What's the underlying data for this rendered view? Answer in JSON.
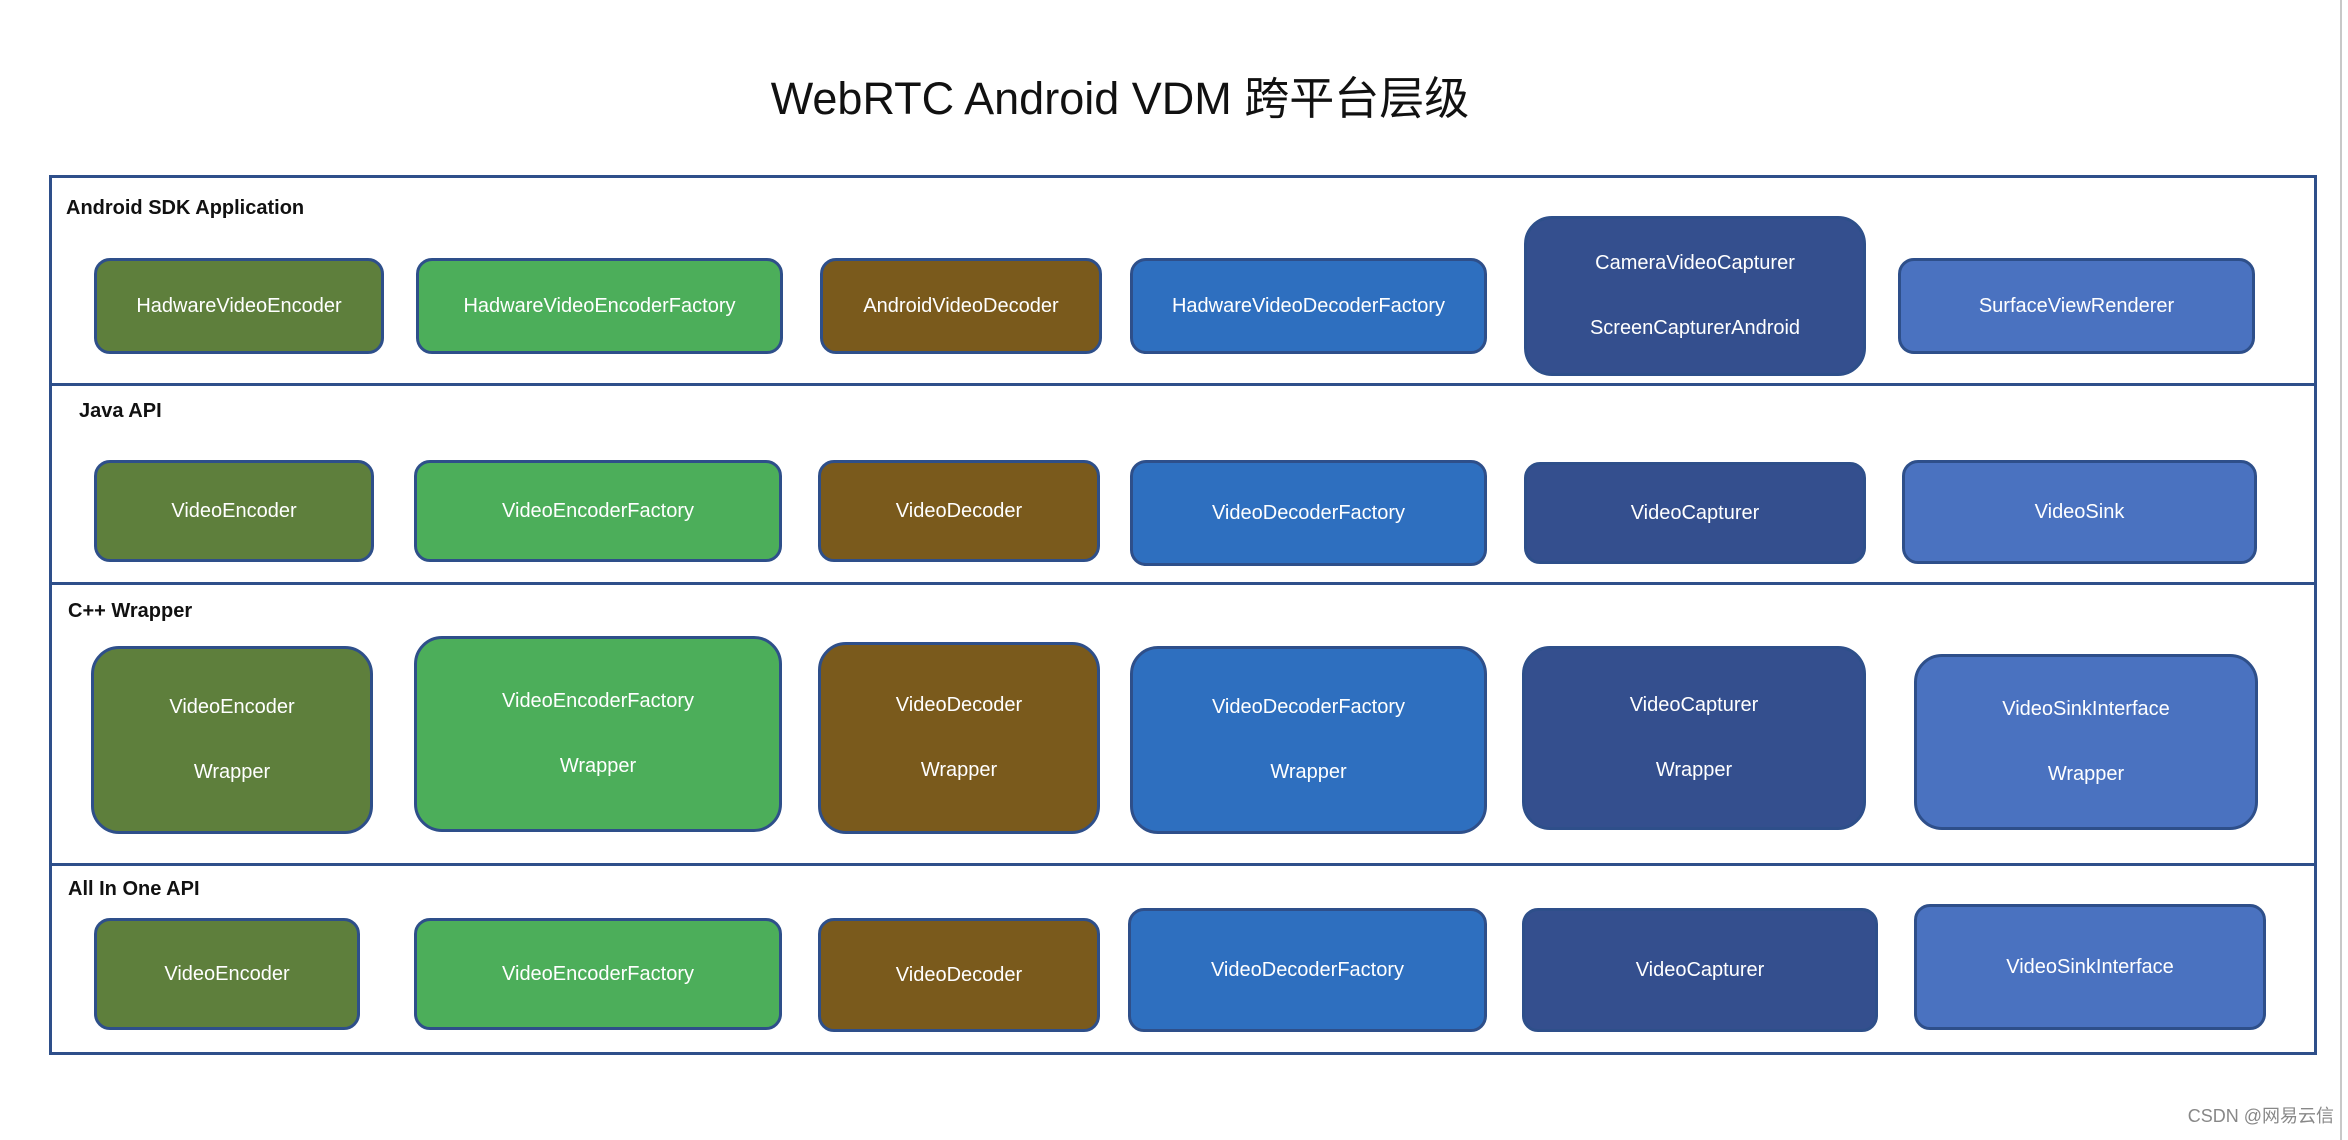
{
  "title": "WebRTC Android VDM 跨平台层级",
  "colors": {
    "olive_green": "#5e7f3c",
    "bright_green": "#4cae5a",
    "brown": "#7a5a1c",
    "mid_blue": "#2e6fbf",
    "dark_blue": "#344f8e",
    "light_blue": "#4a72c0",
    "border": "#2e4f8a"
  },
  "bands": [
    {
      "label": "Android SDK Application",
      "boxes": [
        {
          "lines": [
            "HadwareVideoEncoder"
          ],
          "color": "#5e7f3c"
        },
        {
          "lines": [
            "HadwareVideoEncoderFactory"
          ],
          "color": "#4cae5a"
        },
        {
          "lines": [
            "AndroidVideoDecoder"
          ],
          "color": "#7a5a1c"
        },
        {
          "lines": [
            "HadwareVideoDecoderFactory"
          ],
          "color": "#2e6fbf"
        },
        {
          "lines": [
            "CameraVideoCapturer",
            "ScreenCapturerAndroid"
          ],
          "color": "#344f8e"
        },
        {
          "lines": [
            "SurfaceViewRenderer"
          ],
          "color": "#4a72c0"
        }
      ]
    },
    {
      "label": "Java API",
      "boxes": [
        {
          "lines": [
            "VideoEncoder"
          ],
          "color": "#5e7f3c"
        },
        {
          "lines": [
            "VideoEncoderFactory"
          ],
          "color": "#4cae5a"
        },
        {
          "lines": [
            "VideoDecoder"
          ],
          "color": "#7a5a1c"
        },
        {
          "lines": [
            "VideoDecoderFactory"
          ],
          "color": "#2e6fbf"
        },
        {
          "lines": [
            "VideoCapturer"
          ],
          "color": "#344f8e"
        },
        {
          "lines": [
            "VideoSink"
          ],
          "color": "#4a72c0"
        }
      ]
    },
    {
      "label": "C++ Wrapper",
      "boxes": [
        {
          "lines": [
            "VideoEncoder",
            "Wrapper"
          ],
          "color": "#5e7f3c"
        },
        {
          "lines": [
            "VideoEncoderFactory",
            "Wrapper"
          ],
          "color": "#4cae5a"
        },
        {
          "lines": [
            "VideoDecoder",
            "Wrapper"
          ],
          "color": "#7a5a1c"
        },
        {
          "lines": [
            "VideoDecoderFactory",
            "Wrapper"
          ],
          "color": "#2e6fbf"
        },
        {
          "lines": [
            "VideoCapturer",
            "Wrapper"
          ],
          "color": "#344f8e"
        },
        {
          "lines": [
            "VideoSinkInterface",
            "Wrapper"
          ],
          "color": "#4a72c0"
        }
      ]
    },
    {
      "label": "All In One API",
      "boxes": [
        {
          "lines": [
            "VideoEncoder"
          ],
          "color": "#5e7f3c"
        },
        {
          "lines": [
            "VideoEncoderFactory"
          ],
          "color": "#4cae5a"
        },
        {
          "lines": [
            "VideoDecoder"
          ],
          "color": "#7a5a1c"
        },
        {
          "lines": [
            "VideoDecoderFactory"
          ],
          "color": "#2e6fbf"
        },
        {
          "lines": [
            "VideoCapturer"
          ],
          "color": "#344f8e"
        },
        {
          "lines": [
            "VideoSinkInterface"
          ],
          "color": "#4a72c0"
        }
      ]
    }
  ],
  "watermark": "CSDN @网易云信"
}
